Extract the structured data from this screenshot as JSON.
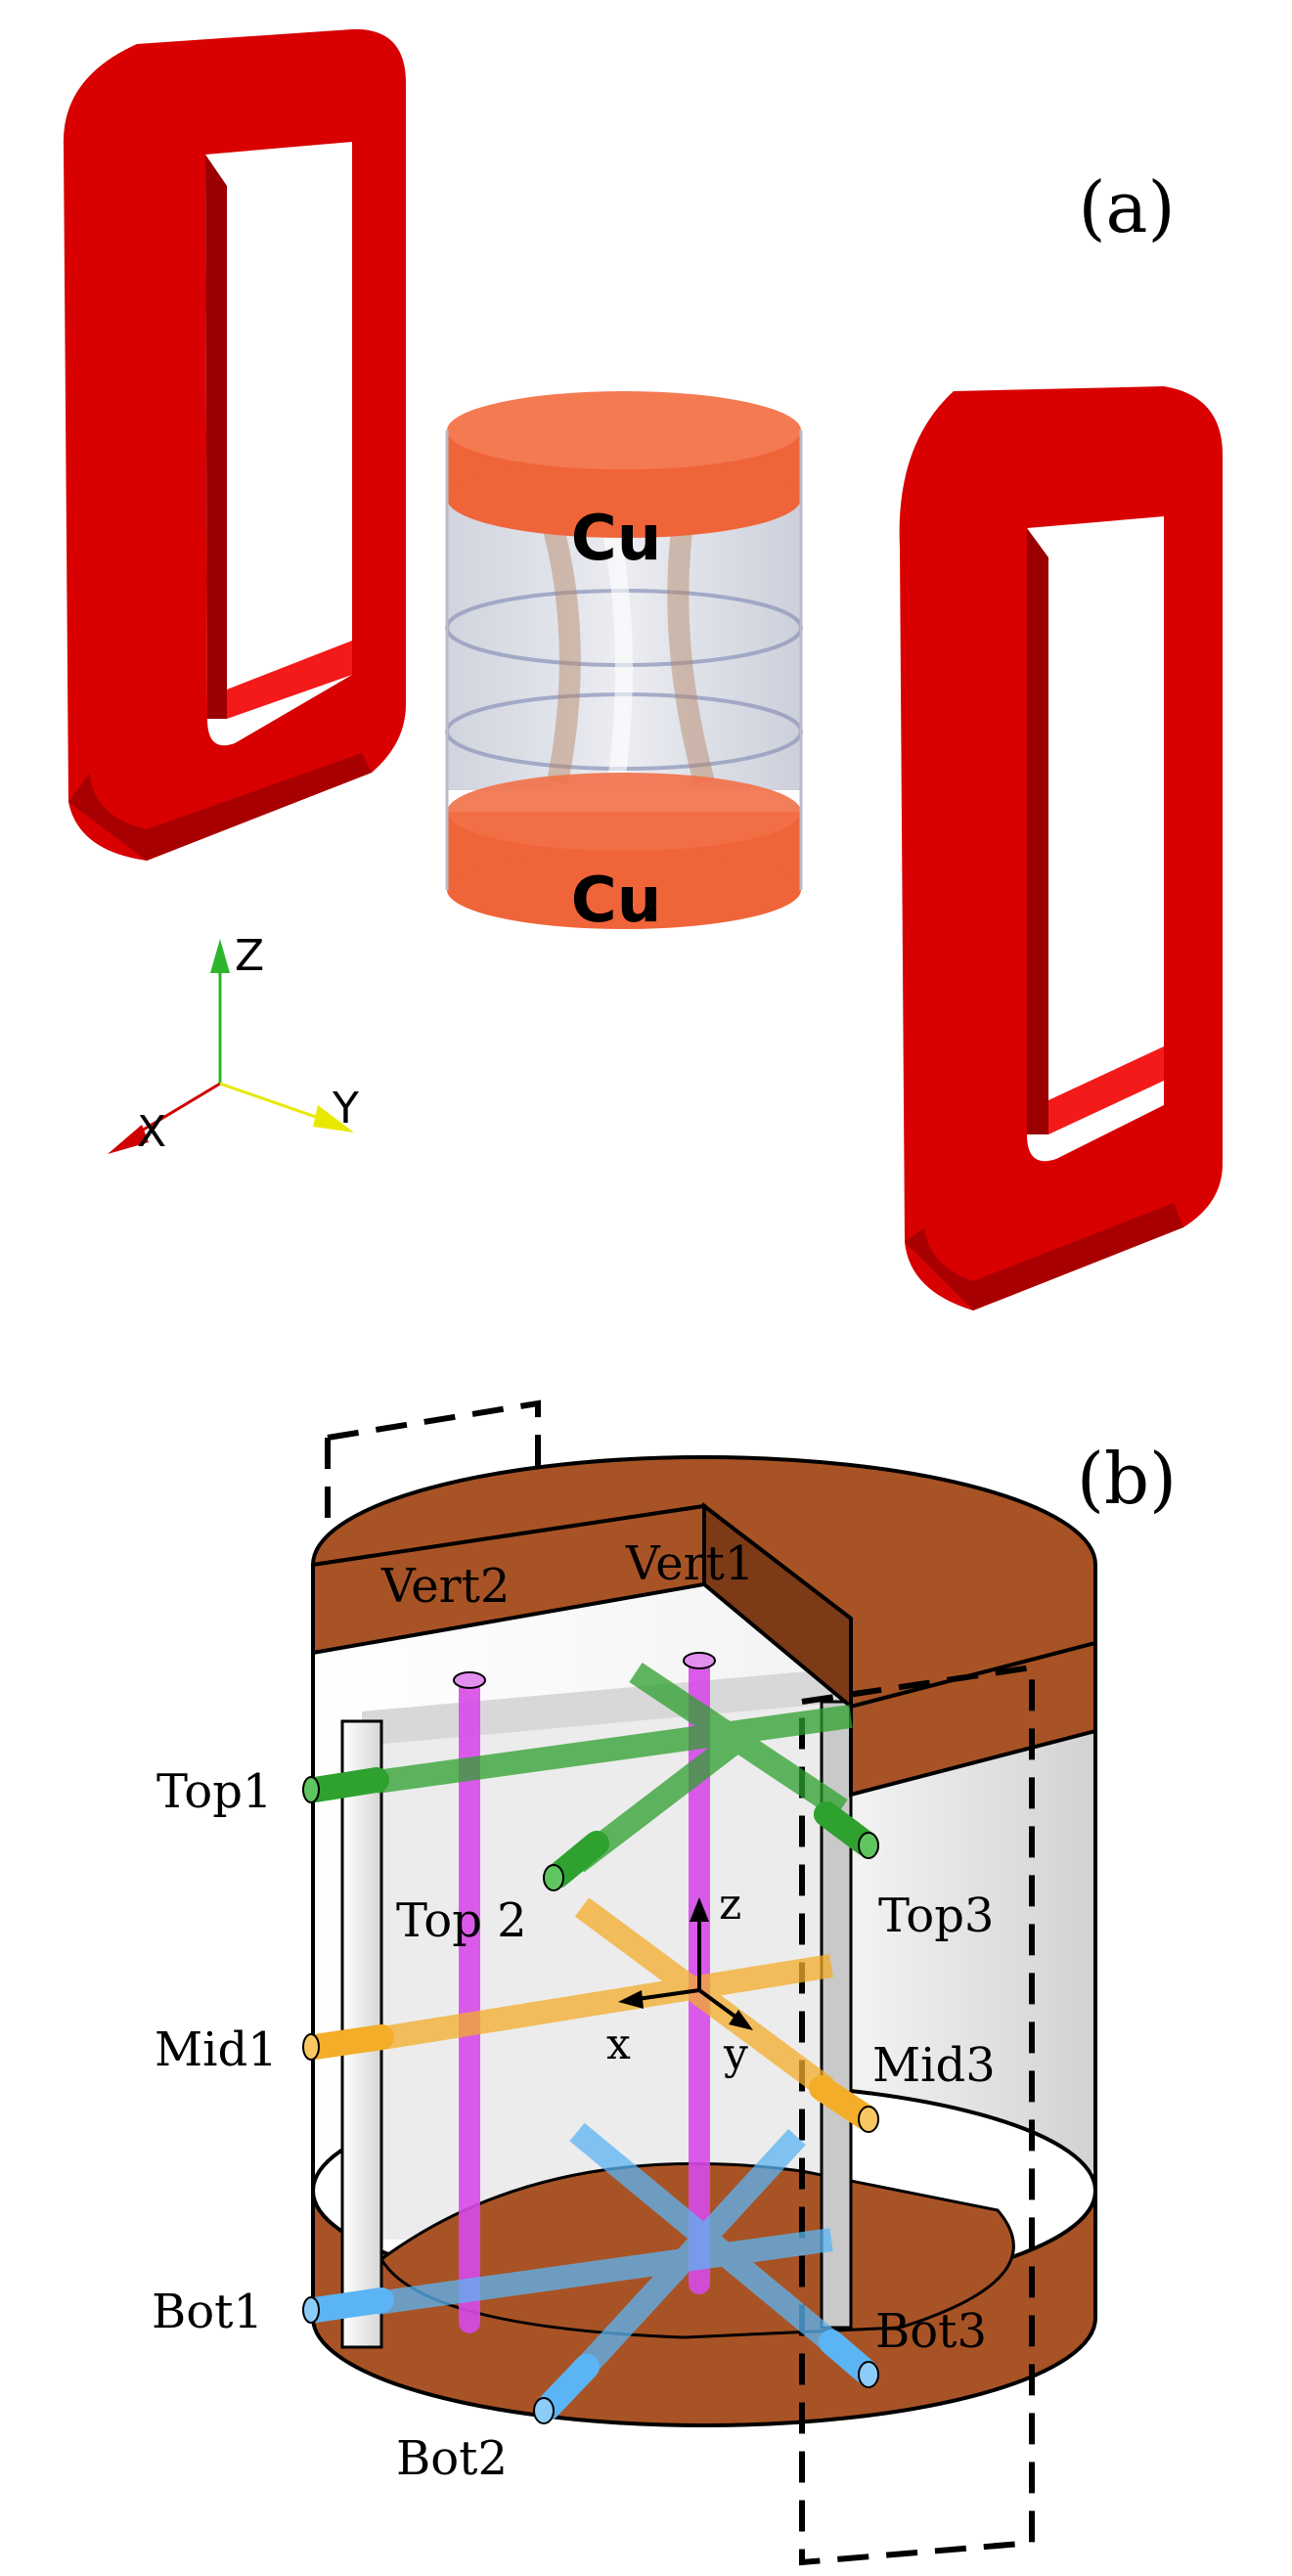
{
  "panel_a": {
    "tag": "(a)",
    "top_plate_label": "Cu",
    "bottom_plate_label": "Cu",
    "axes": {
      "z": "Z",
      "x": "X",
      "y": "Y"
    },
    "colors": {
      "coil": "#e00000",
      "plate": "#f0643a",
      "axis_z": "#2db52d",
      "axis_x": "#d00000",
      "axis_y": "#e8e800"
    }
  },
  "panel_b": {
    "tag": "(b)",
    "labels": {
      "vert2": "Vert2",
      "vert1": "Vert1",
      "top1": "Top1",
      "top2": "Top 2",
      "top3": "Top3",
      "mid1": "Mid1",
      "mid3": "Mid3",
      "bot1": "Bot1",
      "bot2": "Bot2",
      "bot3": "Bot3"
    },
    "axes": {
      "z": "z",
      "x": "x",
      "y": "y"
    },
    "colors": {
      "copper": "#a85325",
      "vert": "#d74be8",
      "top": "#2ea12e",
      "mid": "#f3ad29",
      "bot": "#5bb5f5"
    }
  }
}
